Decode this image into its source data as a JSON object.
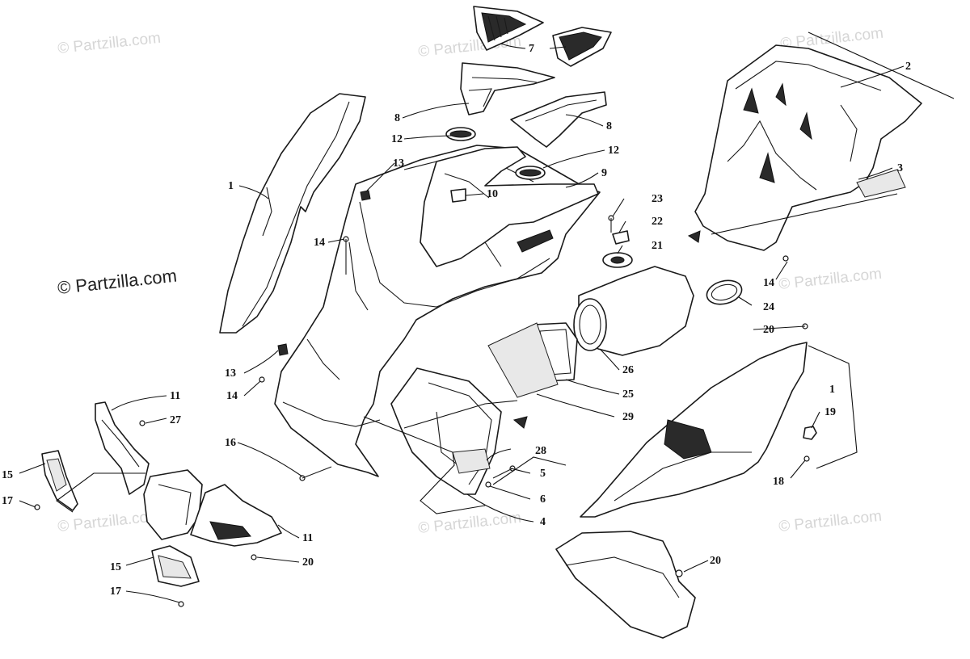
{
  "watermarks": {
    "faint": "© Partzilla.com",
    "main": "© Partzilla.com"
  },
  "callouts": {
    "c1a": "1",
    "c1b": "1",
    "c2": "2",
    "c3": "3",
    "c4": "4",
    "c5": "5",
    "c6": "6",
    "c7": "7",
    "c8a": "8",
    "c8b": "8",
    "c9": "9",
    "c10": "10",
    "c11a": "11",
    "c11b": "11",
    "c12a": "12",
    "c12b": "12",
    "c13a": "13",
    "c13b": "13",
    "c14a": "14",
    "c14b": "14",
    "c14c": "14",
    "c15a": "15",
    "c15b": "15",
    "c16": "16",
    "c17a": "17",
    "c17b": "17",
    "c18": "18",
    "c19": "19",
    "c20a": "20",
    "c20b": "20",
    "c20c": "20",
    "c21": "21",
    "c22": "22",
    "c23": "23",
    "c24": "24",
    "c25": "25",
    "c26": "26",
    "c27": "27",
    "c28": "28",
    "c29": "29"
  },
  "colors": {
    "ink": "#1a1a1a",
    "watermark": "#d6d6d6",
    "background": "#ffffff"
  }
}
